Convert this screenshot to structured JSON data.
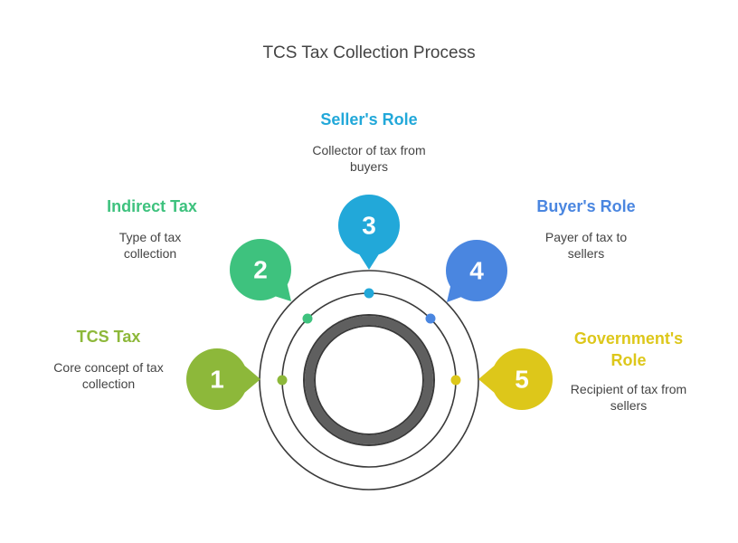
{
  "title": "TCS Tax Collection Process",
  "steps": [
    {
      "number": "1",
      "title": "TCS Tax",
      "description": "Core concept of tax collection",
      "color": "#8DB83A"
    },
    {
      "number": "2",
      "title": "Indirect Tax",
      "description": "Type of tax collection",
      "color": "#3EC27E"
    },
    {
      "number": "3",
      "title": "Seller's Role",
      "description": "Collector of tax from buyers",
      "color": "#22A8D9"
    },
    {
      "number": "4",
      "title": "Buyer's Role",
      "description": "Payer of tax to sellers",
      "color": "#4A86E0"
    },
    {
      "number": "5",
      "title": "Government's Role",
      "description": "Recipient of tax from sellers",
      "color": "#DDC71A"
    }
  ],
  "center_ring_color": "#5F5F5F"
}
